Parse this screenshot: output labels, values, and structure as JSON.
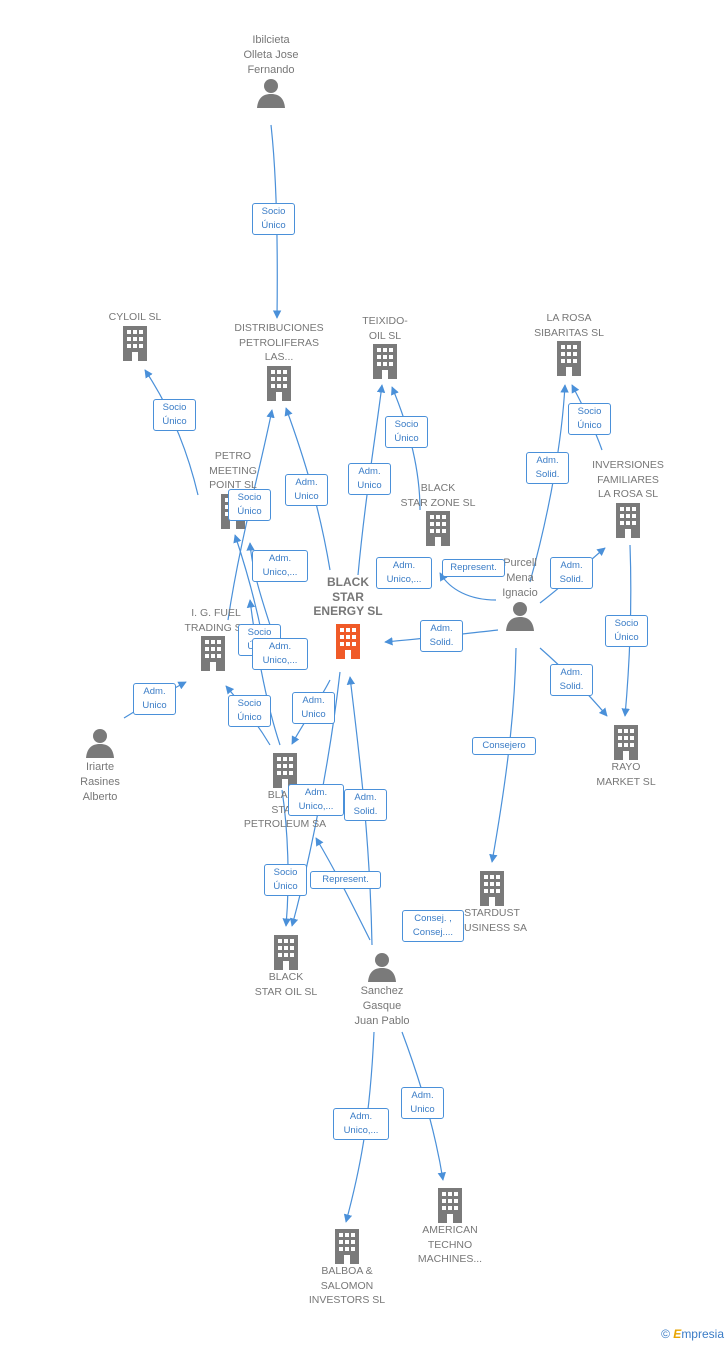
{
  "nodes": {
    "ibilcieta": "Ibilcieta\nOlleta Jose\nFernando",
    "cyloil": "CYLOIL  SL",
    "distribuciones": "DISTRIBUCIONES\nPETROLIFERAS\nLAS...",
    "teixido": "TEIXIDO-\nOIL SL",
    "la_rosa_sibaritas": "LA ROSA\nSIBARITAS  SL",
    "petro_meeting": "PETRO\nMEETING\nPOINT  SL",
    "black_star_zone": "BLACK\nSTAR ZONE  SL",
    "inversiones": "INVERSIONES\nFAMILIARES\nLA ROSA  SL",
    "purcell": "Purcell\nMena\nIgnacio",
    "black_star_energy": "BLACK\nSTAR\nENERGY  SL",
    "ig_fuel": "I. G. FUEL\nTRADING  SL",
    "iriarte": "Iriarte\nRasines\nAlberto",
    "rayo": "RAYO\nMARKET  SL",
    "black_star_petroleum": "BLACK\nSTAR\nPETROLEUM SA",
    "stardust": "STARDUST\nBUSINESS SA",
    "black_star_oil": "BLACK\nSTAR OIL  SL",
    "sanchez": "Sanchez\nGasque\nJuan Pablo",
    "balboa": "BALBOA &\nSALOMON\nINVESTORS  SL",
    "american": "AMERICAN\nTECHNO\nMACHINES..."
  },
  "relations": {
    "r1": "Socio\nÚnico",
    "r2": "Socio\nÚnico",
    "r3": "Adm.\nUnico",
    "r4": "Adm.\nUnico",
    "r5": "Socio\nÚnico",
    "r6": "Adm.\nSolid.",
    "r7": "Socio\nÚnico",
    "r8": "Socio\nÚnico",
    "r9": "Adm.\nUnico,...",
    "r10": "Adm.\nUnico,...",
    "r11": "Represent.",
    "r12": "Adm.\nSolid.",
    "r13": "Adm.\nSolid.",
    "r14": "Socio\nÚnico",
    "r15": "Socio\nÚnico",
    "r16": "Adm.\nUnico,...",
    "r17": "Adm.\nUnico",
    "r18": "Socio\nÚnico",
    "r19": "Adm.\nUnico",
    "r20": "Adm.\nSolid.",
    "r21": "Consejero",
    "r22": "Adm.\nUnico,...",
    "r23": "Adm.\nSolid.",
    "r24": "Socio\nÚnico",
    "r25": "Represent.",
    "r26": "Consej. ,\nConsej....",
    "r27": "Adm.\nUnico,...",
    "r28": "Adm.\nUnico"
  },
  "brand": {
    "copyright": "©",
    "initial": "E",
    "rest": "mpresia"
  },
  "colors": {
    "edge": "#4a90d9",
    "node_icon": "#7a7a7a",
    "main_icon": "#f05a28",
    "text": "#777777"
  }
}
